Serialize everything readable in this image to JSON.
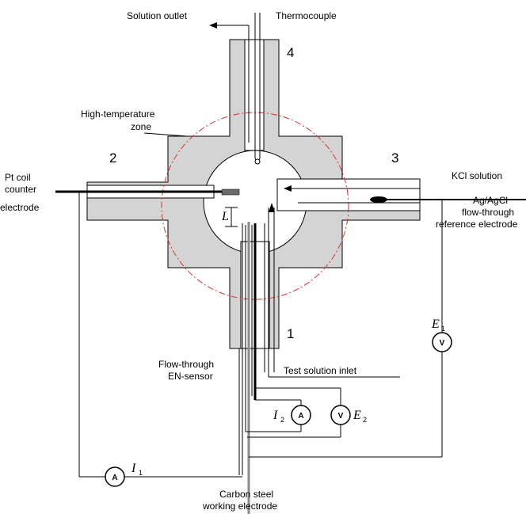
{
  "labels": {
    "solution_outlet": "Solution outlet",
    "thermocouple": "Thermocouple",
    "high_temp_line1": "High-temperature",
    "high_temp_line2": "zone",
    "pt_line1": "Pt coil",
    "pt_line2": "counter",
    "pt_line3": "electrode",
    "kcl_solution": "KCl solution",
    "ref_line1": "Ag/AgCl",
    "ref_line2": "flow-through",
    "ref_line3": "reference electrode",
    "sensor_line1": "Flow-through",
    "sensor_line2": "EN-sensor",
    "test_inlet": "Test solution inlet",
    "cs_line1": "Carbon steel",
    "cs_line2": "working electrode"
  },
  "ports": {
    "p1": "1",
    "p2": "2",
    "p3": "3",
    "p4": "4"
  },
  "symbols": {
    "L": "L",
    "E1": "E",
    "E1_sub": "1",
    "E2": "E",
    "E2_sub": "2",
    "I1": "I",
    "I1_sub": "1",
    "I2": "I",
    "I2_sub": "2"
  },
  "meters": {
    "ammeter": "A",
    "voltmeter": "V"
  },
  "colors": {
    "body_fill": "#d4d4d4",
    "zone_dash": "#d9332b",
    "line": "#000000"
  }
}
